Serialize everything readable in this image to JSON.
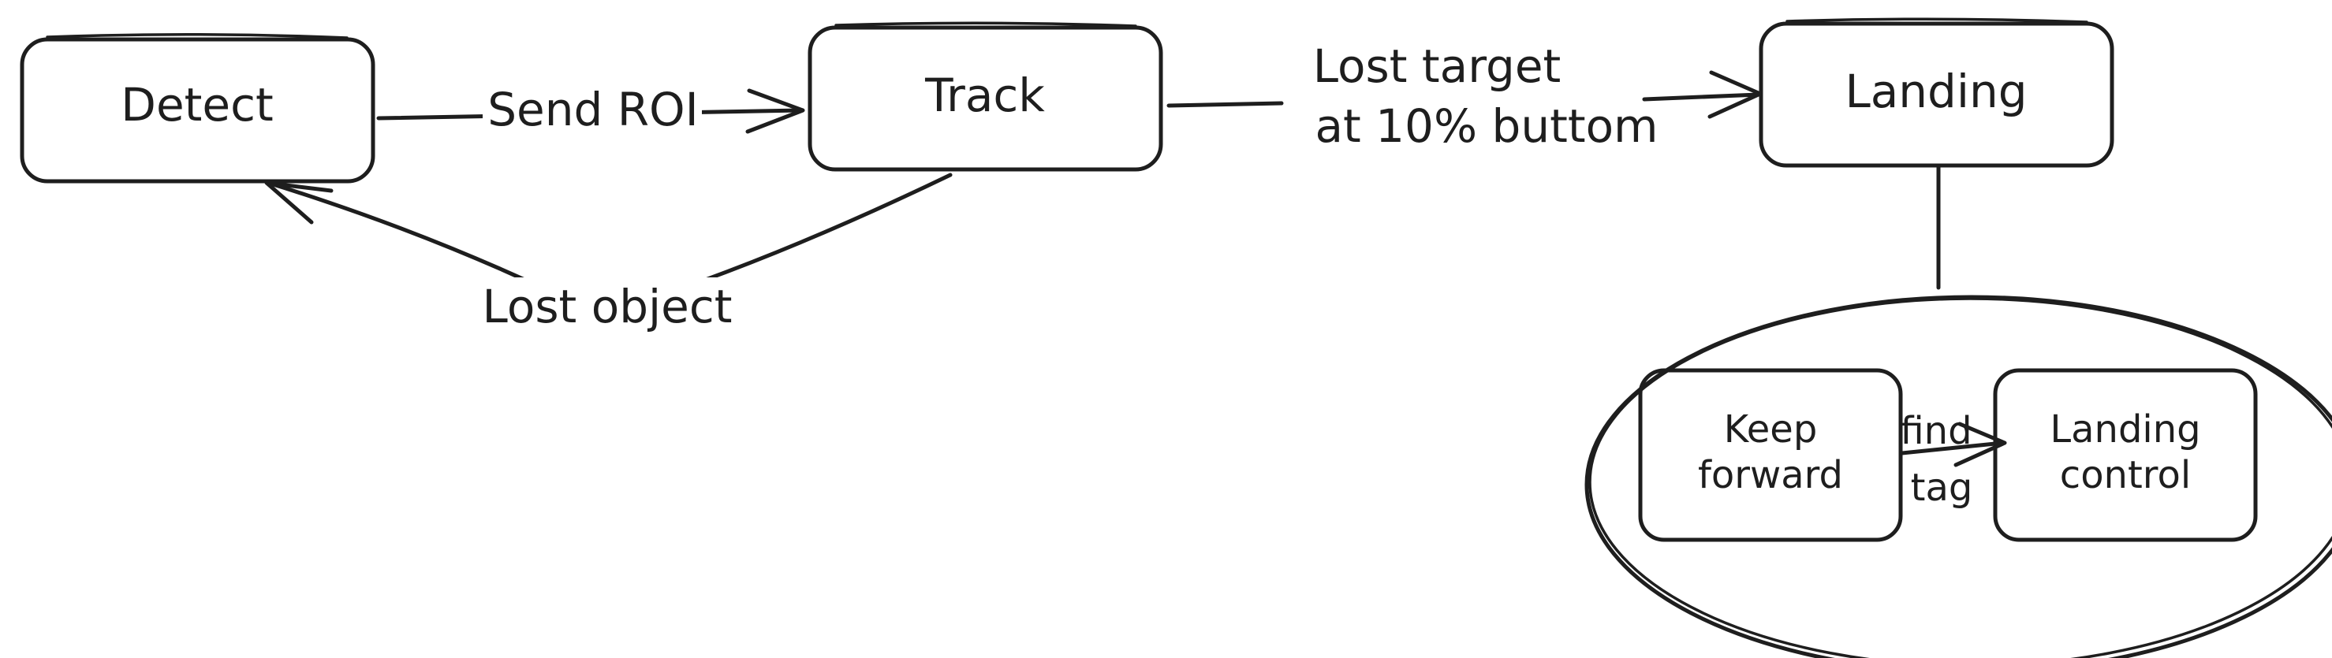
{
  "nodes": {
    "detect": "Detect",
    "track": "Track",
    "landing": "Landing",
    "keep_forward": [
      "Keep",
      "forward"
    ],
    "landing_control": [
      "Landing",
      "control"
    ]
  },
  "edges": {
    "send_roi": "Send ROI",
    "lost_object": "Lost object",
    "lost_target": [
      "Lost target",
      "at 10% buttom"
    ],
    "find_tag": [
      "find",
      "tag"
    ]
  },
  "colors": {
    "stroke": "#1e1e1e",
    "background": "#ffffff"
  }
}
